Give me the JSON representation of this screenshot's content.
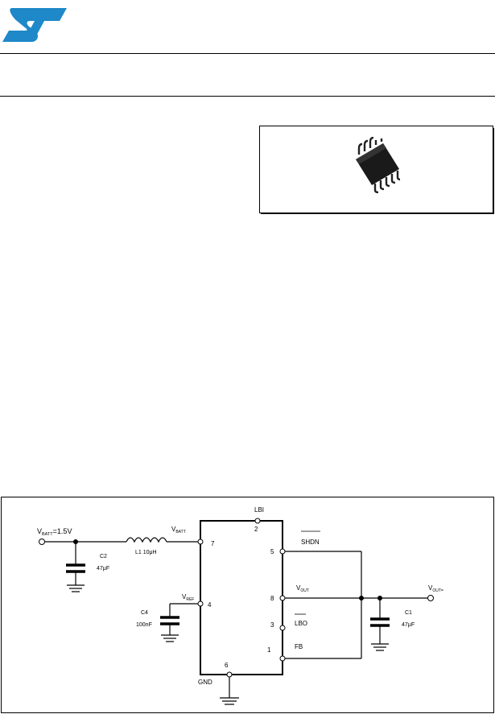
{
  "header": {
    "logo": {
      "icon": "st-logo-icon",
      "brand_color": "#1E88C8",
      "text": "ST"
    }
  },
  "package": {
    "icon": "msop-10-chip-icon"
  },
  "schematic": {
    "vbatt_in": "V",
    "vbatt_in_sub": "BATT",
    "vbatt_in_value": "=1.5V",
    "c2_name": "C2",
    "c2_value": "47μF",
    "l1_label": "L1 10μH",
    "vbatt_pin": "V",
    "vbatt_pin_sub": "BATT",
    "pin7": "7",
    "vref": "V",
    "vref_sub": "REF",
    "pin4": "4",
    "c4_name": "C4",
    "c4_value": "100nF",
    "lbi": "LBI",
    "pin2": "2",
    "pin5": "5",
    "shdn": "SHDN",
    "vout_pin": "V",
    "vout_pin_sub": "OUT",
    "pin8": "8",
    "pin3": "3",
    "lbo": "LBO",
    "pin1": "1",
    "fb": "FB",
    "pin6": "6",
    "gnd": "GND",
    "vout_term": "V",
    "vout_term_sub": "OUT",
    "vout_term_suffix": "=",
    "c1_name": "C1",
    "c1_value": "47μF"
  }
}
